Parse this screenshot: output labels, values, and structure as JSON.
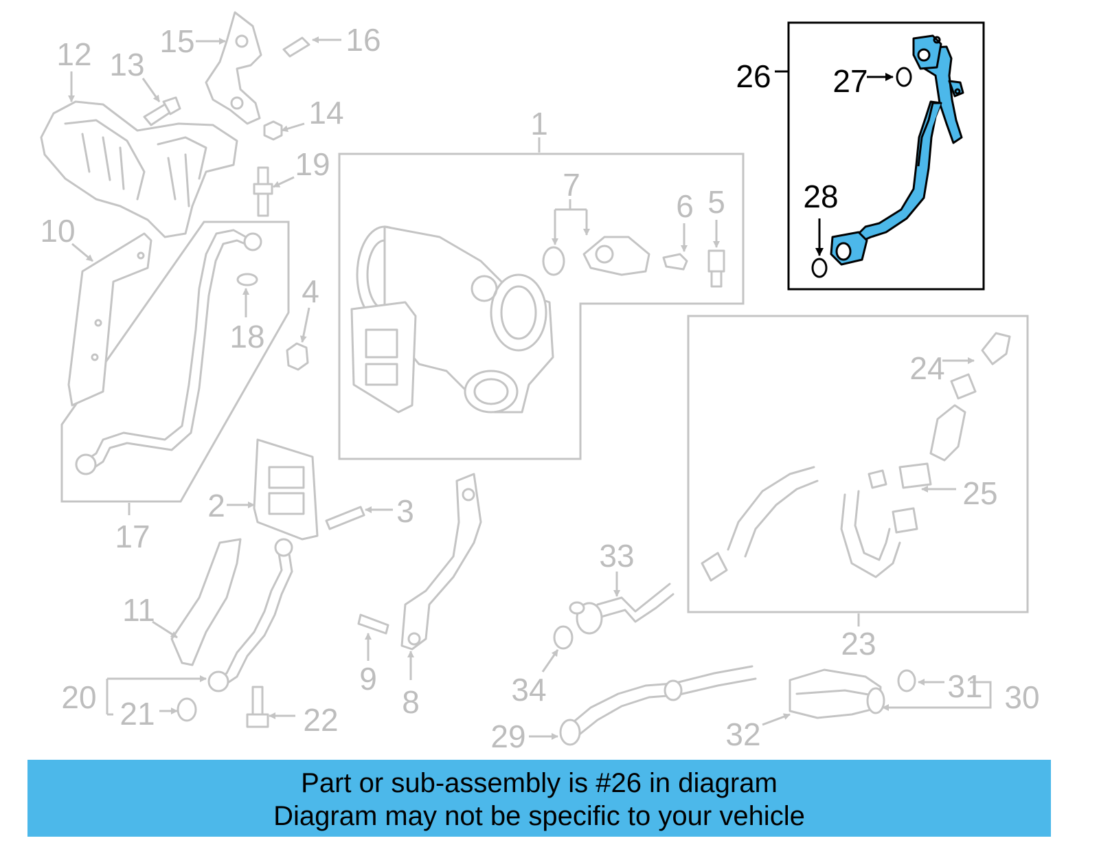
{
  "callouts": {
    "c1": "1",
    "c2": "2",
    "c3": "3",
    "c4": "4",
    "c5": "5",
    "c6": "6",
    "c7": "7",
    "c8": "8",
    "c9": "9",
    "c10": "10",
    "c11": "11",
    "c12": "12",
    "c13": "13",
    "c14": "14",
    "c15": "15",
    "c16": "16",
    "c17": "17",
    "c18": "18",
    "c19": "19",
    "c20": "20",
    "c21": "21",
    "c22": "22",
    "c23": "23",
    "c24": "24",
    "c25": "25",
    "c26": "26",
    "c27": "27",
    "c28": "28",
    "c29": "29",
    "c30": "30",
    "c31": "31",
    "c32": "32",
    "c33": "33",
    "c34": "34"
  },
  "highlighted_part": "26",
  "colors": {
    "highlight": "#4cb8ea",
    "parts": "#c4c4c4",
    "labels": "#bdbdbd"
  },
  "banner": {
    "line1": "Part or sub-assembly is #26 in diagram",
    "line2": "Diagram may not be specific to your vehicle"
  }
}
